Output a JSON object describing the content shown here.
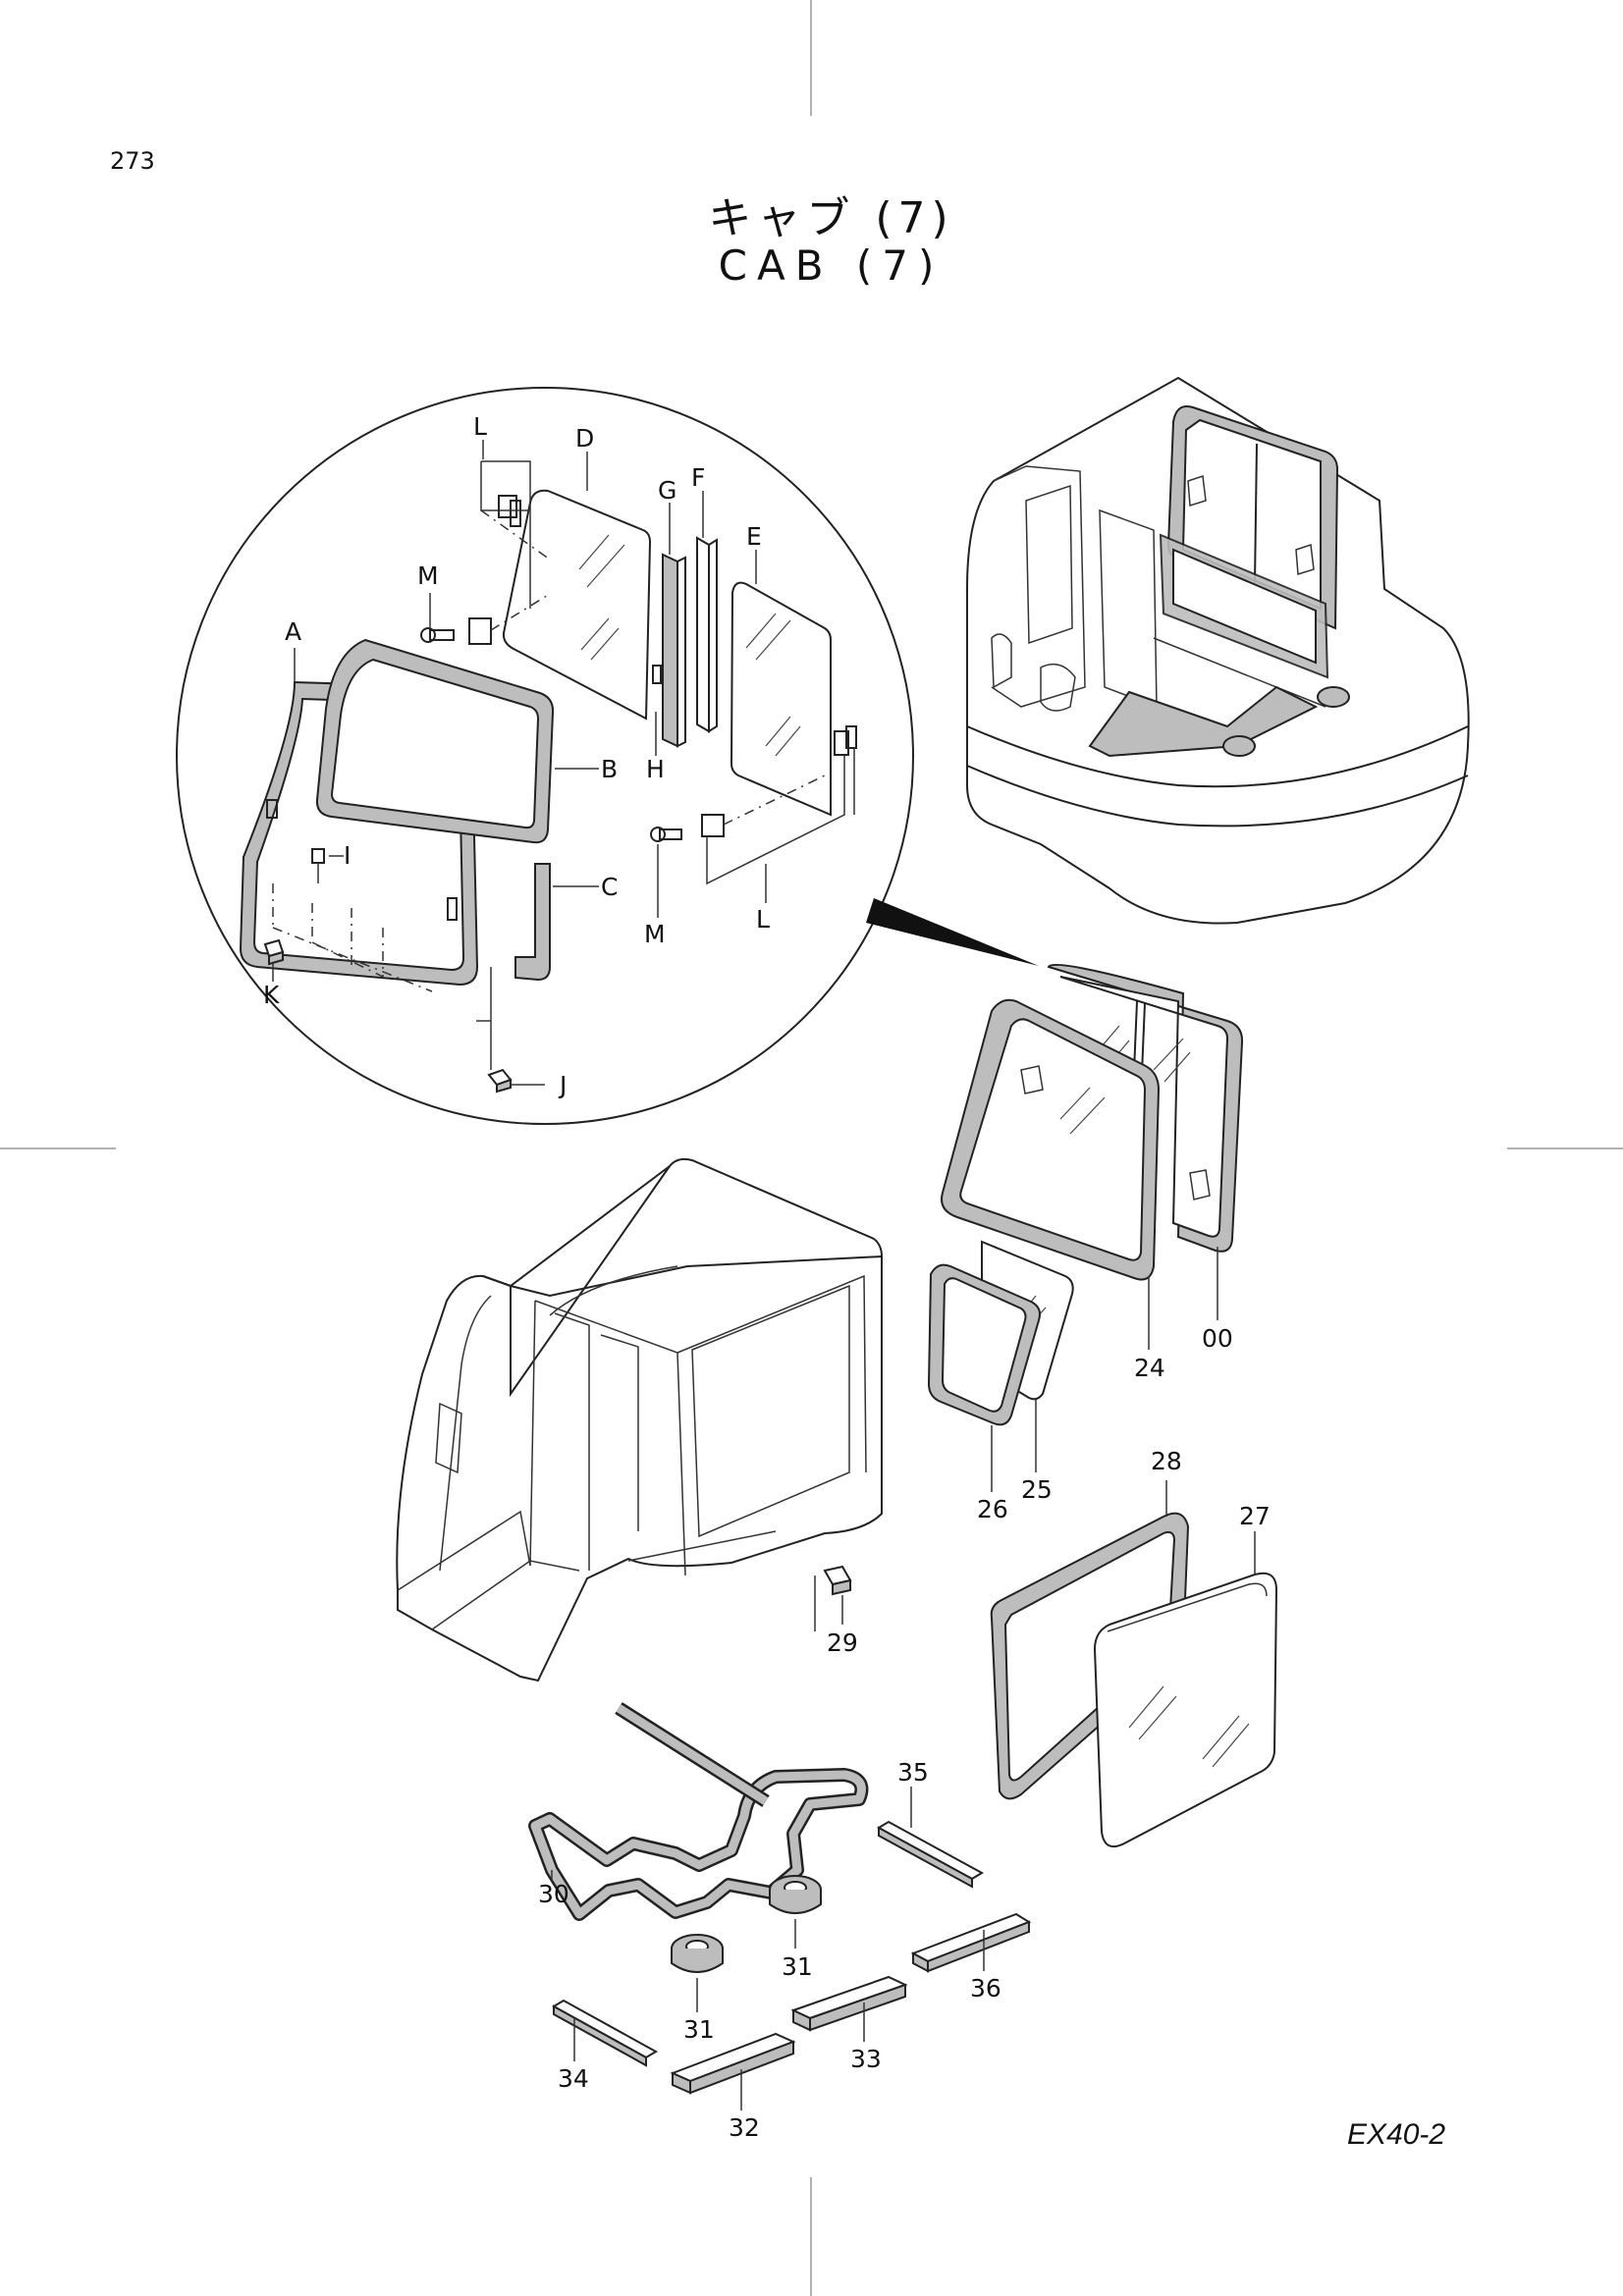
{
  "page": {
    "number": "273",
    "model": "EX40-2"
  },
  "title": {
    "japanese": "キャブ (7)",
    "english": "CAB (7)"
  },
  "callouts": {
    "A": "A",
    "B": "B",
    "C": "C",
    "D": "D",
    "E": "E",
    "F": "F",
    "G": "G",
    "H": "H",
    "I": "I",
    "J": "J",
    "K": "K",
    "L_top": "L",
    "L_bottom": "L",
    "M_left": "M",
    "M_right": "M",
    "p00": "00",
    "p24": "24",
    "p25": "25",
    "p26": "26",
    "p27": "27",
    "p28": "28",
    "p29": "29",
    "p30": "30",
    "p31a": "31",
    "p31b": "31",
    "p32": "32",
    "p33": "33",
    "p34": "34",
    "p35": "35",
    "p36": "36"
  }
}
